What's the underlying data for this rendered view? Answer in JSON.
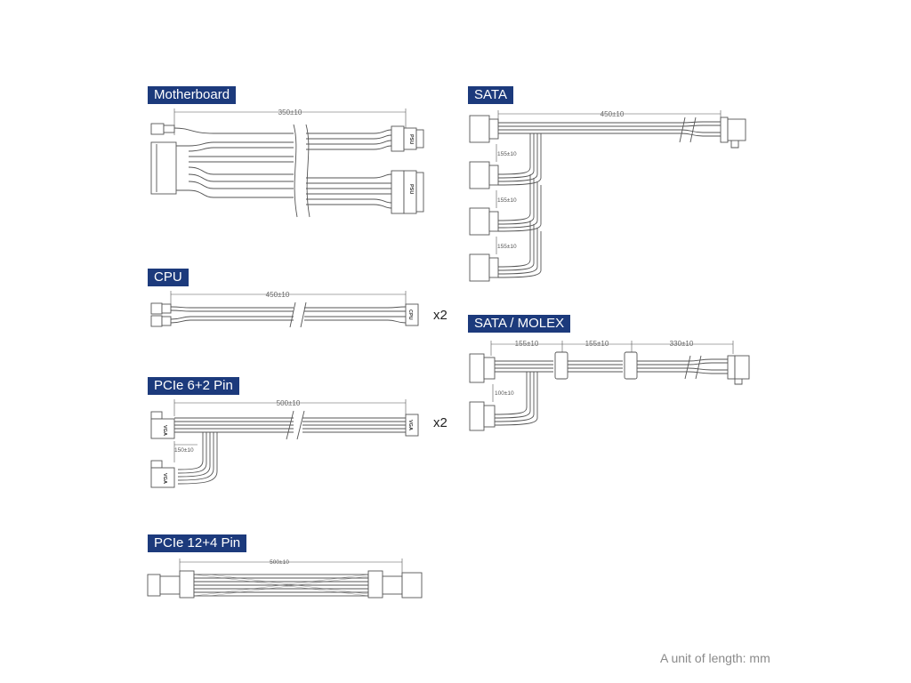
{
  "sections": {
    "motherboard": {
      "title": "Motherboard",
      "length": "350±10",
      "connector_label": "PSU"
    },
    "cpu": {
      "title": "CPU",
      "length": "450±10",
      "connector_label": "CPU",
      "qty": "x2"
    },
    "pcie62": {
      "title": "PCIe 6+2 Pin",
      "length": "500±10",
      "branch": "150±10",
      "connector_label": "VGA",
      "qty": "x2"
    },
    "pcie124": {
      "title": "PCIe 12+4 Pin",
      "length": "500±10"
    },
    "sata": {
      "title": "SATA",
      "length": "450±10",
      "spacings": [
        "155±10",
        "155±10",
        "155±10"
      ]
    },
    "satamolex": {
      "title": "SATA / MOLEX",
      "spacings": [
        "155±10",
        "155±10",
        "330±10"
      ],
      "branch": "100±10"
    }
  },
  "footnote": "A unit of length: mm",
  "colors": {
    "header": "#1c3a7c",
    "line": "#555555"
  }
}
